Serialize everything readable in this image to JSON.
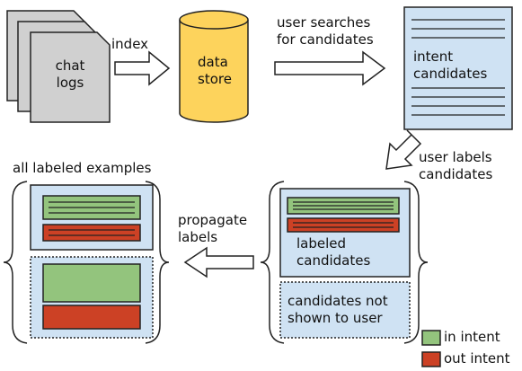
{
  "labels": {
    "chat_logs": "chat\nlogs",
    "index": "index",
    "data_store": "data\nstore",
    "user_searches": "user searches\nfor candidates",
    "intent_candidates": "intent\ncandidates",
    "user_labels": "user labels\ncandidates",
    "all_labeled": "all labeled examples",
    "propagate": "propagate\nlabels",
    "labeled_candidates": "labeled\ncandidates",
    "not_shown": "candidates not\nshown to user"
  },
  "legend": [
    {
      "label": "in intent",
      "color": "#93c47d"
    },
    {
      "label": "out intent",
      "color": "#cc4125"
    }
  ],
  "colors": {
    "doc_gray": "#d0d0d0",
    "cylinder_yellow": "#fdd35c",
    "panel_blue": "#cfe2f3",
    "in_intent": "#93c47d",
    "out_intent": "#cc4125"
  }
}
